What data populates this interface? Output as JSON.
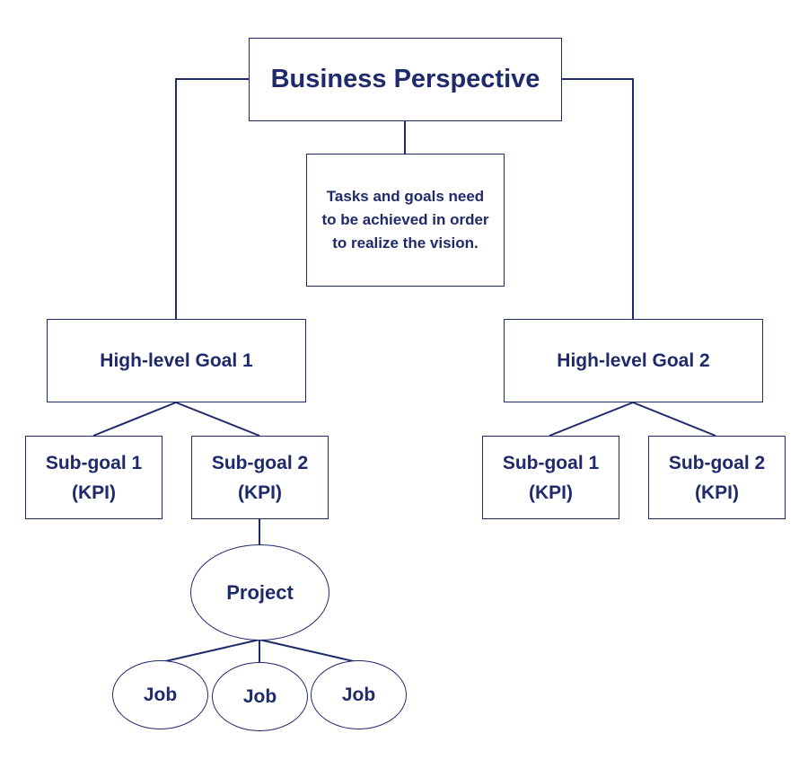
{
  "root": {
    "label": "Business Perspective"
  },
  "description": {
    "text": "Tasks and goals need to be achieved in order to realize the vision."
  },
  "goals": [
    {
      "label": "High-level Goal 1",
      "subgoals": [
        "Sub-goal 1 (KPI)",
        "Sub-goal 2 (KPI)"
      ]
    },
    {
      "label": "High-level Goal 2",
      "subgoals": [
        "Sub-goal 1 (KPI)",
        "Sub-goal 2 (KPI)"
      ]
    }
  ],
  "project": {
    "label": "Project",
    "jobs": [
      "Job",
      "Job",
      "Job"
    ]
  },
  "colors": {
    "line": "#1f2a6b",
    "text": "#1f2a6b",
    "background": "#ffffff"
  }
}
